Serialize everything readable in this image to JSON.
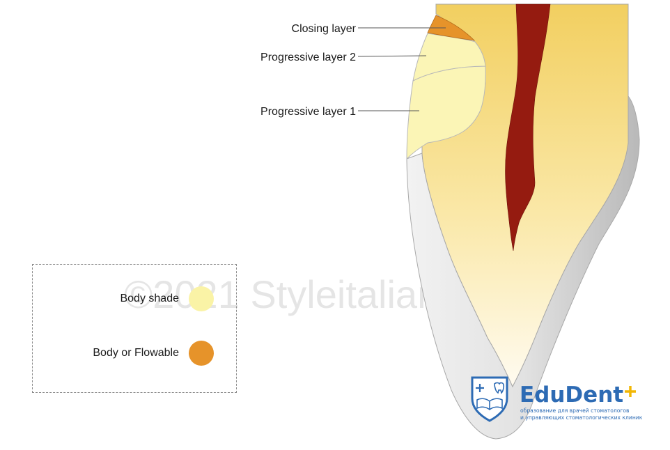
{
  "labels": {
    "closing_layer": "Closing layer",
    "progressive_layer_2": "Progressive layer 2",
    "progressive_layer_1": "Progressive layer 1"
  },
  "watermark": "©2021 Styleitaliano.org",
  "legend": {
    "items": [
      {
        "label": "Body shade",
        "color": "#faf3a6"
      },
      {
        "label": "Body or Flowable",
        "color": "#e6932a"
      }
    ]
  },
  "brand": {
    "name": "EduDent",
    "tagline_1": "образование для врачей стоматологов",
    "tagline_2": "и управляющих стоматологических клиник",
    "primary_color": "#2d6bb4",
    "accent_color": "#f2b705"
  },
  "colors": {
    "dentin_top": "#f2cf60",
    "dentin_bottom": "#fefaf0",
    "enamel": "#cfcfcf",
    "pulp": "#951b10",
    "body_shade": "#faf3b8",
    "flowable": "#e6932a"
  }
}
